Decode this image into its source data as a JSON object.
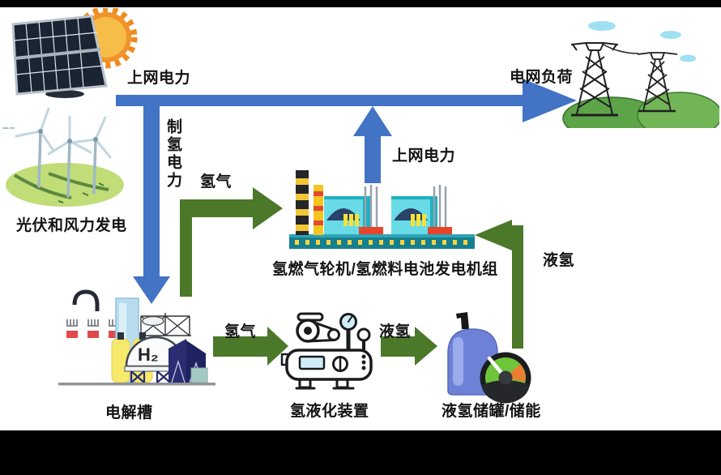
{
  "diagram": {
    "type": "flow-diagram",
    "background": "#ffffff",
    "letterbox_color": "#000000",
    "colors": {
      "electricity_arrow": "#4273c4",
      "hydrogen_arrow": "#4c782a",
      "text": "#141414"
    },
    "nodes": {
      "pv_wind": {
        "label": "光伏和风力发电"
      },
      "grid_load": {
        "label": "电网负荷"
      },
      "plant": {
        "label": "氢燃气轮机/氢燃料电池发电机组"
      },
      "electrolyzer": {
        "label": "电解槽",
        "badge": "H₂"
      },
      "liquefier": {
        "label": "氢液化装置"
      },
      "tank": {
        "label": "液氢储罐/储能"
      }
    },
    "flows": {
      "grid_power_top": {
        "label": "上网电力",
        "from": "光伏和风力发电",
        "to": "电网负荷",
        "kind": "electricity"
      },
      "h2_production_power": {
        "label": "制氢电力",
        "from": "光伏和风力发电",
        "to": "电解槽",
        "kind": "electricity"
      },
      "plant_to_grid": {
        "label": "上网电力",
        "from": "氢燃气轮机/氢燃料电池发电机组",
        "to": "电网负荷",
        "kind": "electricity"
      },
      "electrolyzer_to_plant": {
        "label": "氢气",
        "from": "电解槽",
        "to": "氢燃气轮机/氢燃料电池发电机组",
        "kind": "hydrogen"
      },
      "electrolyzer_to_liquefier": {
        "label": "氢气",
        "from": "电解槽",
        "to": "氢液化装置",
        "kind": "hydrogen"
      },
      "liquefier_to_tank": {
        "label": "液氢",
        "from": "氢液化装置",
        "to": "液氢储罐/储能",
        "kind": "hydrogen"
      },
      "tank_to_plant": {
        "label": "液氢",
        "from": "液氢储罐/储能",
        "to": "氢燃气轮机/氢燃料电池发电机组",
        "kind": "hydrogen"
      }
    }
  }
}
